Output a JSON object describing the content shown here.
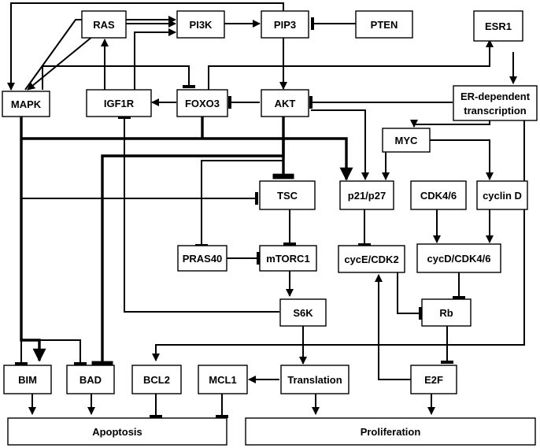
{
  "nodes": {
    "ras": "RAS",
    "pi3k": "PI3K",
    "pip3": "PIP3",
    "pten": "PTEN",
    "esr1": "ESR1",
    "mapk": "MAPK",
    "igf1r": "IGF1R",
    "foxo3": "FOXO3",
    "akt": "AKT",
    "er_dependent_line1": "ER-dependent",
    "er_dependent_line2": "transcription",
    "myc": "MYC",
    "tsc": "TSC",
    "p21p27": "p21/p27",
    "cdk46": "CDK4/6",
    "cyclind": "cyclin D",
    "pras40": "PRAS40",
    "mtorc1": "mTORC1",
    "cyce_cdk2": "cycE/CDK2",
    "cycd_cdk46": "cycD/CDK4/6",
    "s6k": "S6K",
    "rb": "Rb",
    "bim": "BIM",
    "bad": "BAD",
    "bcl2": "BCL2",
    "mcl1": "MCL1",
    "translation": "Translation",
    "e2f": "E2F",
    "apoptosis": "Apoptosis",
    "proliferation": "Proliferation"
  }
}
